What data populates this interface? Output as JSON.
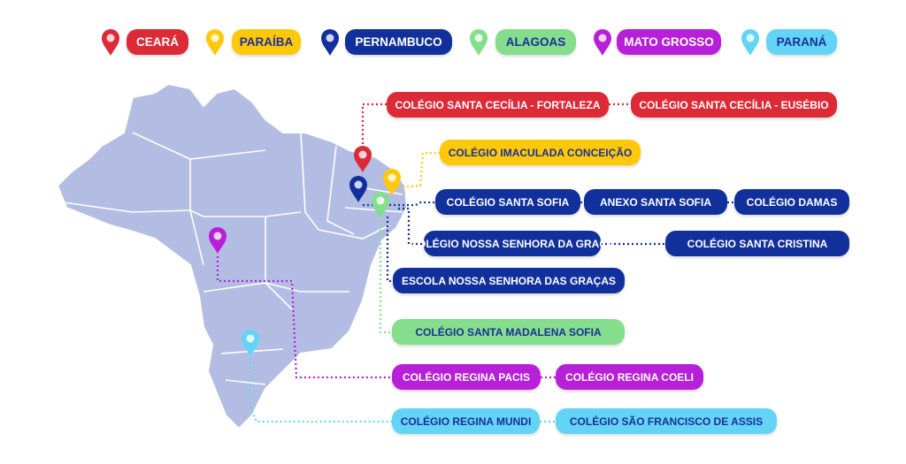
{
  "colors": {
    "ceara": "#dc2a37",
    "paraiba": "#ffc90a",
    "pernambuco": "#11309c",
    "alagoas": "#85de8b",
    "mato_grosso": "#b81fd8",
    "parana": "#63d4f5",
    "map": "#b3bde3"
  },
  "legend": [
    {
      "label": "CEARÁ",
      "icon": "map-pin-icon"
    },
    {
      "label": "PARAÍBA",
      "icon": "map-pin-icon"
    },
    {
      "label": "PERNAMBUCO",
      "icon": "map-pin-icon"
    },
    {
      "label": "ALAGOAS",
      "icon": "map-pin-icon"
    },
    {
      "label": "MATO GROSSO",
      "icon": "map-pin-icon"
    },
    {
      "label": "PARANÁ",
      "icon": "map-pin-icon"
    }
  ],
  "schools": {
    "ceara": [
      "COLÉGIO SANTA CECÍLIA - FORTALEZA",
      "COLÉGIO SANTA CECÍLIA - EUSÉBIO"
    ],
    "paraiba": [
      "COLÉGIO IMACULADA CONCEIÇÃO"
    ],
    "pernambuco": [
      "COLÉGIO SANTA SOFIA",
      "ANEXO SANTA SOFIA",
      "COLÉGIO DAMAS",
      "COLÉGIO NOSSA SENHORA DA GRAÇA",
      "COLÉGIO SANTA CRISTINA",
      "ESCOLA NOSSA SENHORA DAS GRAÇAS"
    ],
    "alagoas": [
      "COLÉGIO SANTA MADALENA SOFIA"
    ],
    "mato_grosso": [
      "COLÉGIO REGINA PACIS",
      "COLÉGIO REGINA COELI"
    ],
    "parana": [
      "COLÉGIO REGINA MUNDI",
      "COLÉGIO SÃO FRANCISCO DE ASSIS"
    ]
  }
}
